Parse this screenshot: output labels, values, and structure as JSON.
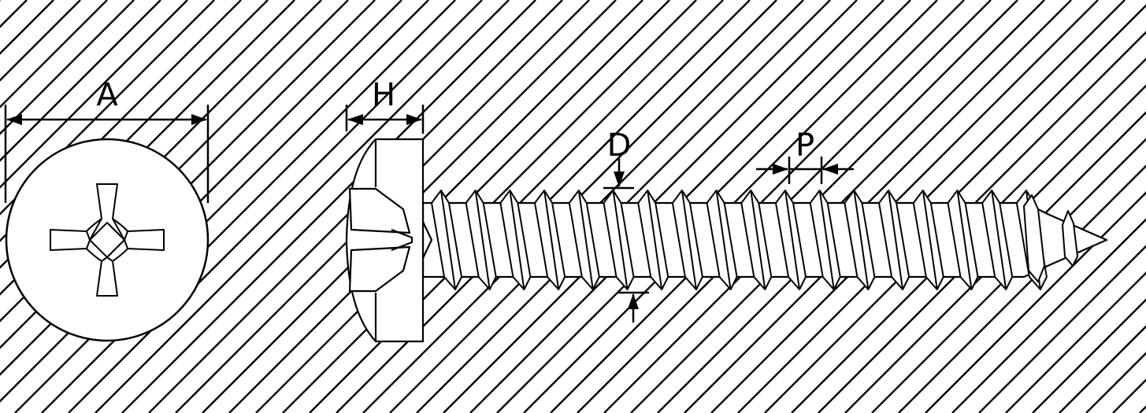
{
  "diagram": {
    "labels": {
      "head_diameter": "A",
      "head_height": "H",
      "thread_diameter": "D",
      "thread_pitch": "P"
    },
    "colors": {
      "background": "#ffffff",
      "line": "#000000",
      "hatch": "#000000"
    },
    "icons": {
      "head_top_view": "phillips-screw-head-icon",
      "side_view": "pan-head-tapping-screw-icon"
    }
  }
}
